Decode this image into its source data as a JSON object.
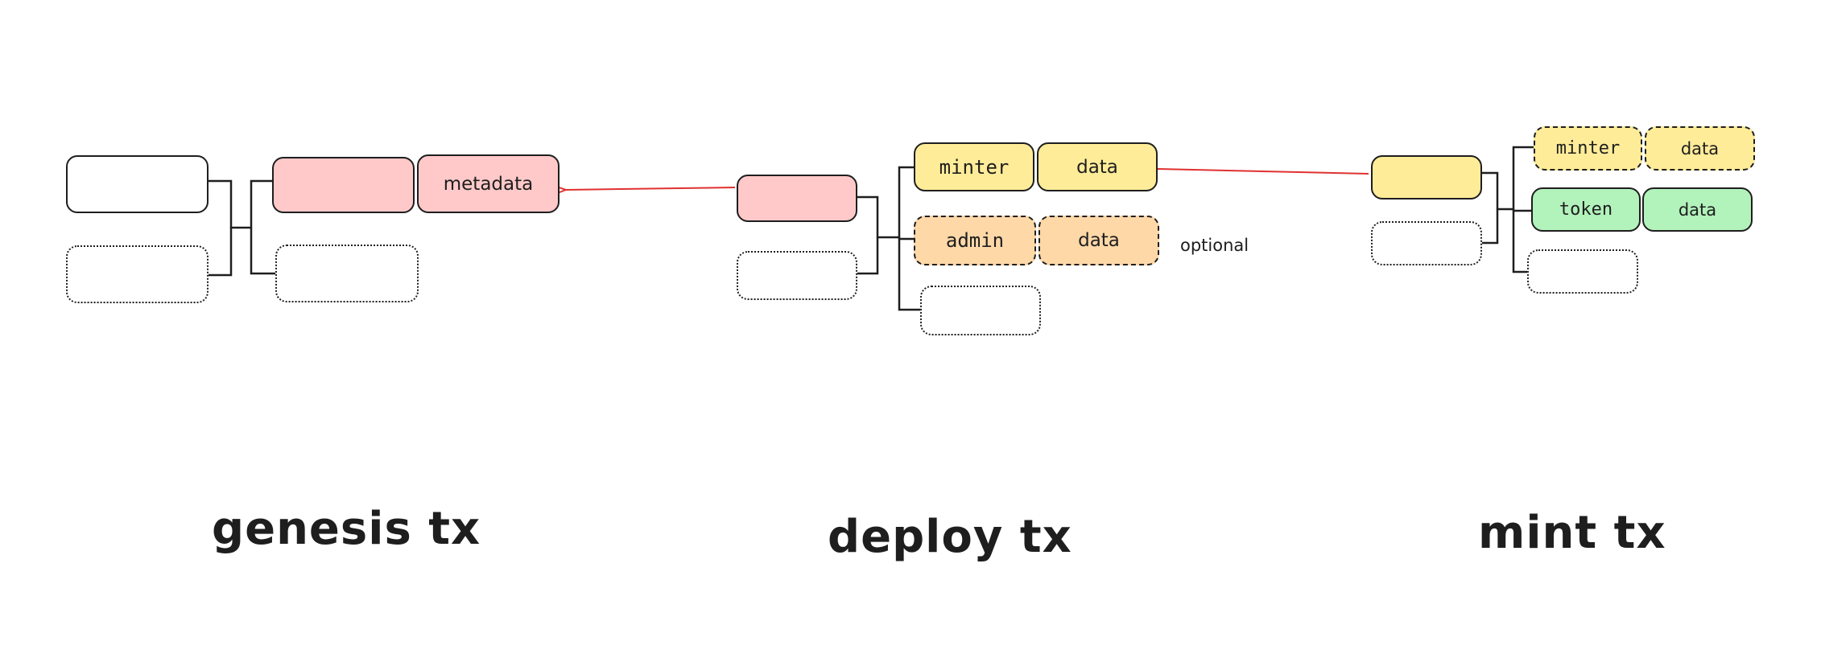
{
  "colors": {
    "stroke": "#1e1e1e",
    "arrow": "#e03131",
    "pink": "#ffc9c9",
    "yellow": "#ffec99",
    "orange": "#ffd8a8",
    "green": "#b2f2bb"
  },
  "genesis": {
    "title": "genesis tx",
    "metadata_label": "metadata"
  },
  "deploy": {
    "title": "deploy tx",
    "minter_label": "minter",
    "minter_data_label": "data",
    "admin_label": "admin",
    "admin_data_label": "data",
    "optional_note": "optional"
  },
  "mint": {
    "title": "mint tx",
    "minter_label": "minter",
    "minter_data_label": "data",
    "token_label": "token",
    "token_data_label": "data"
  }
}
